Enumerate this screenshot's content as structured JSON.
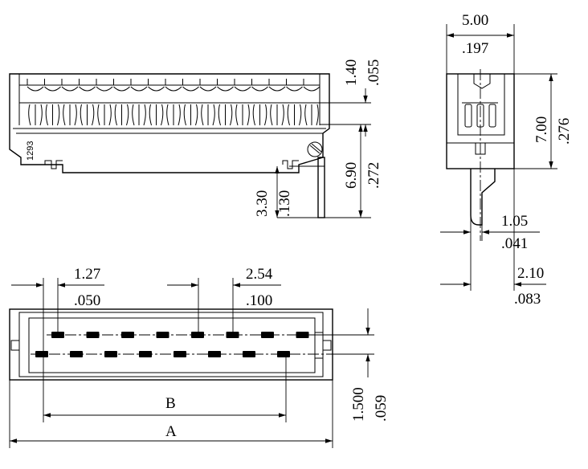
{
  "side_view": {
    "part_mark": "1293",
    "dim_top_mm": "1.40",
    "dim_top_in": ".055",
    "dim_body_mm": "6.90",
    "dim_body_in": ".272",
    "dim_pin_mm": "3.30",
    "dim_pin_in": ".130"
  },
  "end_view": {
    "dim_width_mm": "5.00",
    "dim_width_in": ".197",
    "dim_height_mm": "7.00",
    "dim_height_in": ".276",
    "dim_tail_mm": "1.05",
    "dim_tail_in": ".041",
    "dim_offset_mm": "2.10",
    "dim_offset_in": ".083"
  },
  "top_view": {
    "dim_edge_mm": "1.27",
    "dim_edge_in": ".050",
    "dim_pitch_mm": "2.54",
    "dim_pitch_in": ".100",
    "dim_row_mm": "1.500",
    "dim_row_in": ".059",
    "label_b": "B",
    "label_a": "A"
  }
}
